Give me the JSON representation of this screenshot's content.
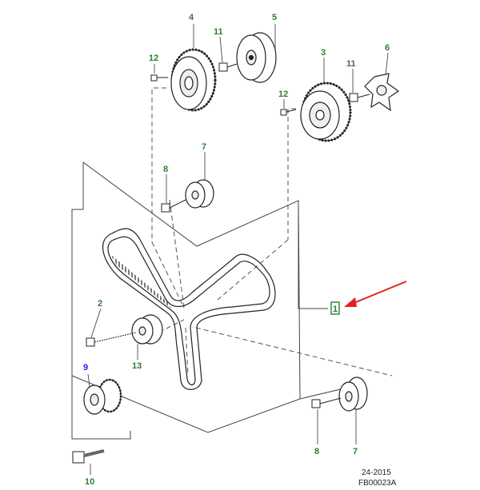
{
  "diagram": {
    "callouts": {
      "c4": "4",
      "c5": "5",
      "c11a": "11",
      "c12a": "12",
      "c3": "3",
      "c11b": "11",
      "c6": "6",
      "c12b": "12",
      "c8a": "8",
      "c7a": "7",
      "c1": "1",
      "c2": "2",
      "c13": "13",
      "c9": "9",
      "c10": "10",
      "c8b": "8",
      "c7b": "7"
    },
    "footer": {
      "line1": "24-2015",
      "line2": "FB00023A"
    }
  },
  "colors": {
    "callout_green": "#2e7d2e",
    "callout_blue": "#1a1aff",
    "arrow_red": "#e32020",
    "line": "#333333",
    "leader_dash": "#555555"
  },
  "icons": [
    "red-arrow-icon"
  ]
}
